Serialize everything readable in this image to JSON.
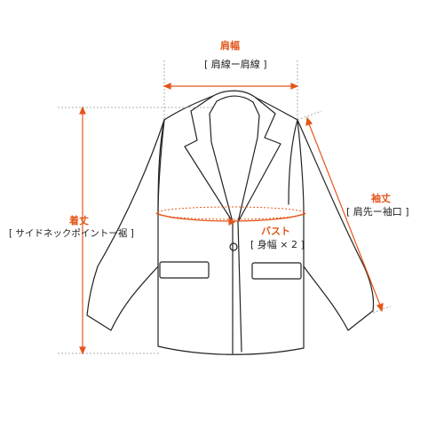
{
  "measurements": {
    "shoulder_width": {
      "title": "肩幅",
      "subtitle": "[ 肩線ー肩線 ]"
    },
    "length": {
      "title": "着丈",
      "subtitle": "[ サイドネックポイントー裾 ]"
    },
    "sleeve_length": {
      "title": "袖丈",
      "subtitle": "[ 肩先ー袖口 ]"
    },
    "bust": {
      "title": "バスト",
      "subtitle": "[ 身幅 × 2 ]"
    }
  },
  "colors": {
    "accent": "#e4561a",
    "outline": "#222222",
    "guide": "#999999"
  }
}
